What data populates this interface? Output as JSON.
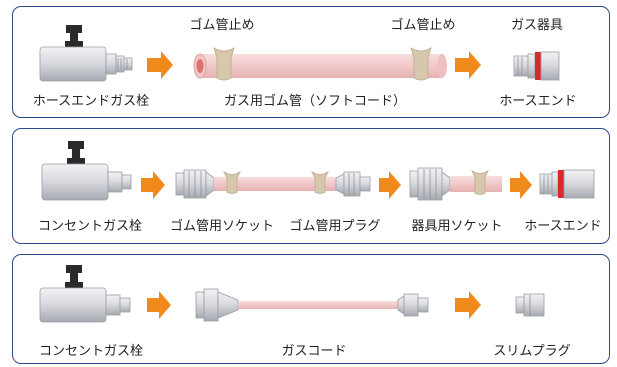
{
  "colors": {
    "border": "#2b4a8a",
    "arrow": "#f08a1c",
    "hose_pink": "#f2c6c6",
    "metal_light": "#e6e8ec",
    "metal_mid": "#b9bcc2",
    "metal_dark": "#8e9198",
    "valve_black": "#2a2a2a",
    "clamp_beige": "#d6c7ad",
    "red_ring": "#d72a2a"
  },
  "rows": [
    {
      "labels": {
        "clamp_left": "ゴム管止め",
        "clamp_right": "ゴム管止め",
        "appliance": "ガス器具",
        "valve": "ホースエンドガス栓",
        "hose": "ガス用ゴム管（ソフトコード）",
        "end": "ホースエンド"
      }
    },
    {
      "labels": {
        "valve": "コンセントガス栓",
        "socket": "ゴム管用ソケット",
        "plug": "ゴム管用プラグ",
        "appliance_socket": "器具用ソケット",
        "end": "ホースエンド"
      }
    },
    {
      "labels": {
        "valve": "コンセントガス栓",
        "cord": "ガスコード",
        "plug": "スリムプラグ"
      }
    }
  ]
}
